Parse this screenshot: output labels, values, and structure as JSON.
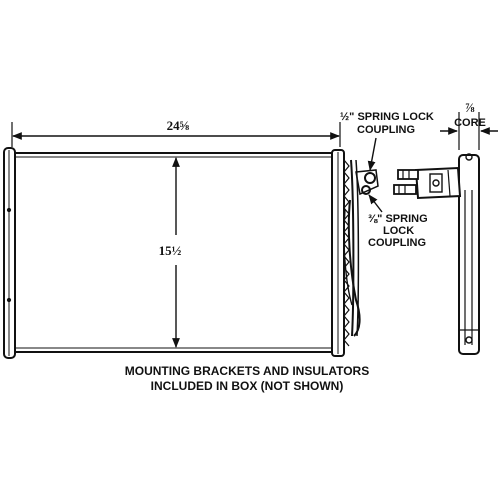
{
  "dimensions": {
    "width": "24⅝",
    "height": "15½",
    "core": "⅞"
  },
  "labels": {
    "core": "CORE",
    "half_inch_fitting": [
      "½\" SPRING LOCK",
      "COUPLING"
    ],
    "three_eighths_fitting": [
      "⅜\" SPRING",
      "LOCK",
      "COUPLING"
    ]
  },
  "note": [
    "MOUNTING BRACKETS AND INSULATORS",
    "INCLUDED IN BOX (NOT SHOWN)"
  ]
}
